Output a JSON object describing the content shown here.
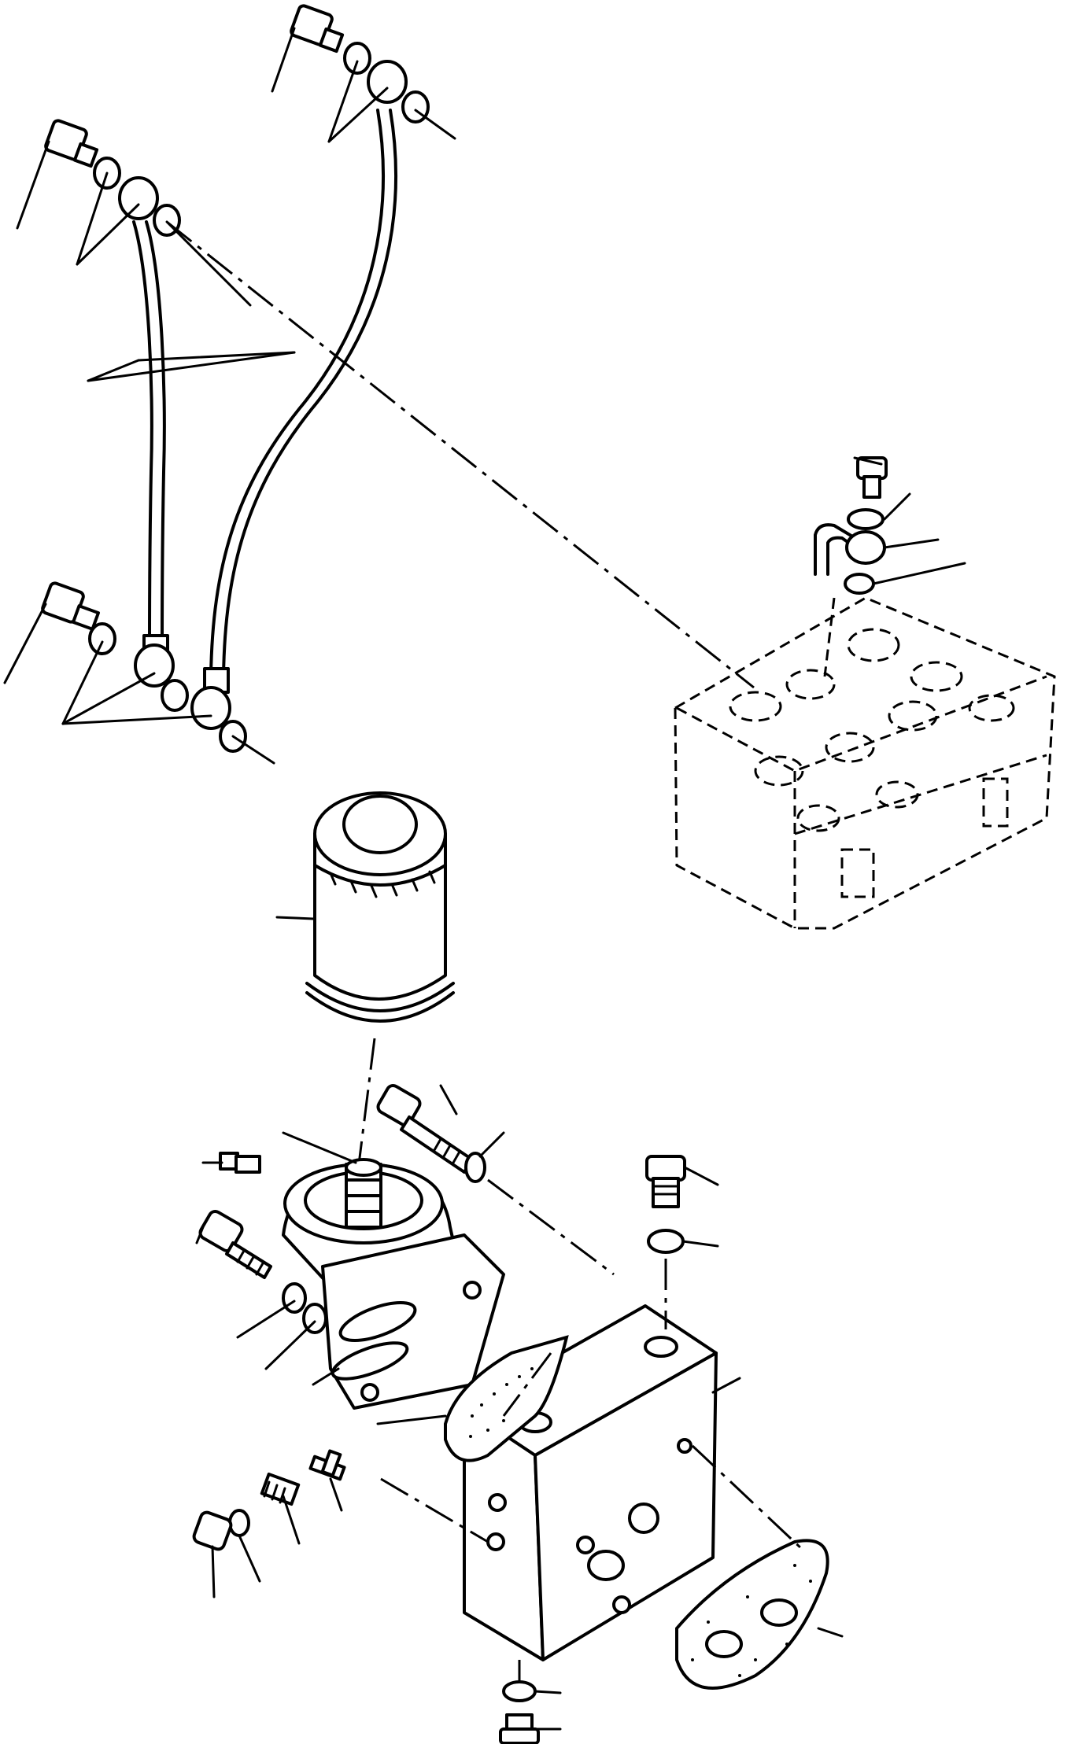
{
  "diagram": {
    "type": "exploded-parts-view",
    "callouts_have_numbers": false,
    "components": [
      "oil-pipe",
      "banjo-bolt",
      "seal-washer",
      "cylinder-head",
      "oil-filter-cartridge",
      "filter-head",
      "oil-cooler-block",
      "gasket",
      "plug",
      "relief-valve-spring"
    ]
  }
}
